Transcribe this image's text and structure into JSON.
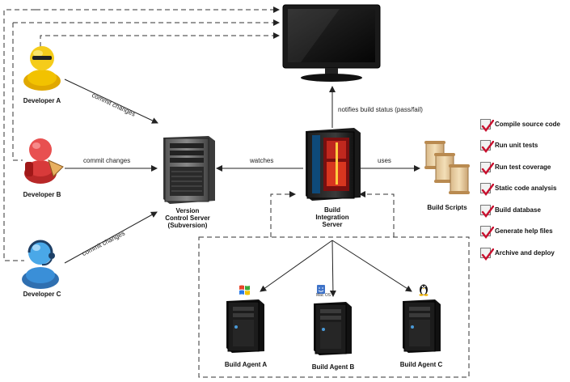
{
  "nodes": {
    "developer_a": "Developer A",
    "developer_b": "Developer B",
    "developer_c": "Developer C",
    "vcs": [
      "Version",
      "Control Server",
      "(Subversion)"
    ],
    "build_server": [
      "Build",
      "Integration",
      "Server"
    ],
    "build_scripts": "Build Scripts",
    "agent_a": "Build Agent A",
    "agent_b": "Build Agent B",
    "agent_c": "Build Agent C"
  },
  "edges": {
    "commit_a": "commit changes",
    "commit_b": "commit changes",
    "commit_c": "commit changes",
    "watches": "watches",
    "uses": "uses",
    "notifies": "notifies build status (pass/fail)"
  },
  "os_badges": {
    "mac": "Mac OS"
  },
  "tasks": [
    "Compile source code",
    "Run unit tests",
    "Run test coverage",
    "Static code analysis",
    "Build database",
    "Generate help files",
    "Archive and deploy"
  ],
  "colors": {
    "checkmark": "#c8102e",
    "developer_a": "#f2c200",
    "developer_b": "#d83a3a",
    "developer_c": "#3a8fd8"
  }
}
